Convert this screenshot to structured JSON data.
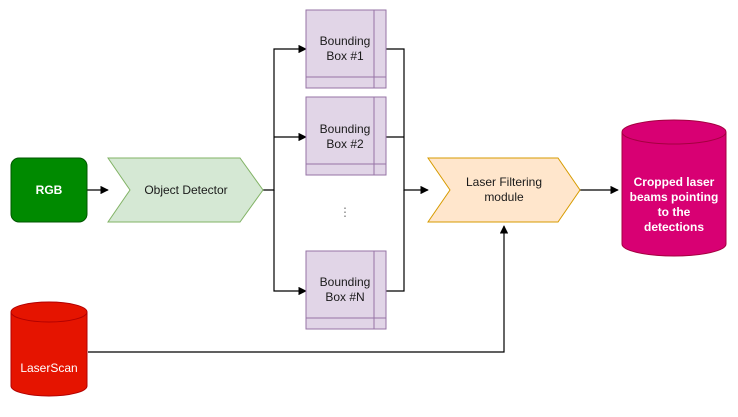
{
  "nodes": {
    "rgb": {
      "label": "RGB",
      "fill": "#008a00",
      "stroke": "#005700"
    },
    "object_detector": {
      "label": "Object Detector",
      "fill": "#d5e8d4",
      "stroke": "#82b366"
    },
    "bbox_1": {
      "lines": [
        "Bounding",
        "Box #1"
      ]
    },
    "bbox_2": {
      "lines": [
        "Bounding",
        "Box #2"
      ]
    },
    "bbox_n": {
      "lines": [
        "Bounding",
        "Box #N"
      ]
    },
    "bbox_style": {
      "fill": "#e1d5e7",
      "stroke": "#9673a6"
    },
    "ellipsis": {
      "label": "⋮"
    },
    "laser_filter": {
      "lines": [
        "Laser Filtering",
        "module"
      ],
      "fill": "#ffe6cc",
      "stroke": "#d79b00"
    },
    "laserscan": {
      "label": "LaserScan",
      "fill": "#e51400",
      "stroke": "#b20000"
    },
    "output": {
      "lines": [
        "Cropped laser",
        "beams pointing",
        "to the",
        "detections"
      ],
      "fill": "#d80073",
      "stroke": "#a50040"
    }
  }
}
